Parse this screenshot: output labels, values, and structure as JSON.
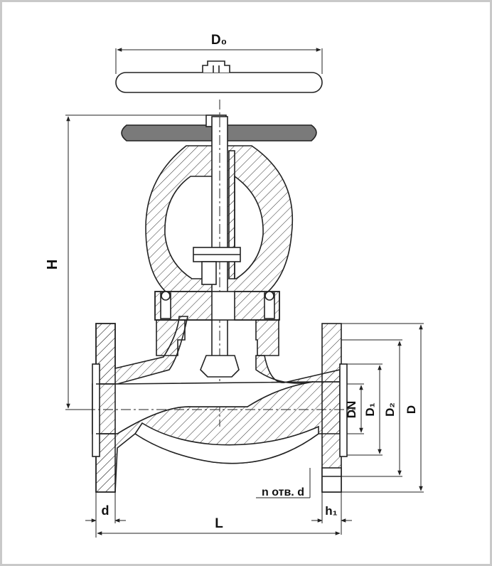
{
  "labels": {
    "d0": "D₀",
    "h": "H",
    "dn": "DN",
    "d1": "D₁",
    "d2": "D₂",
    "d_big": "D",
    "n_otv_d": "n отв. d",
    "d_small": "d",
    "h1": "h₁",
    "l": "L"
  },
  "colors": {
    "line": "#222222",
    "hatch": "#333333",
    "fill_dark": "#7a7a7a",
    "border": "#c9c9c9"
  }
}
